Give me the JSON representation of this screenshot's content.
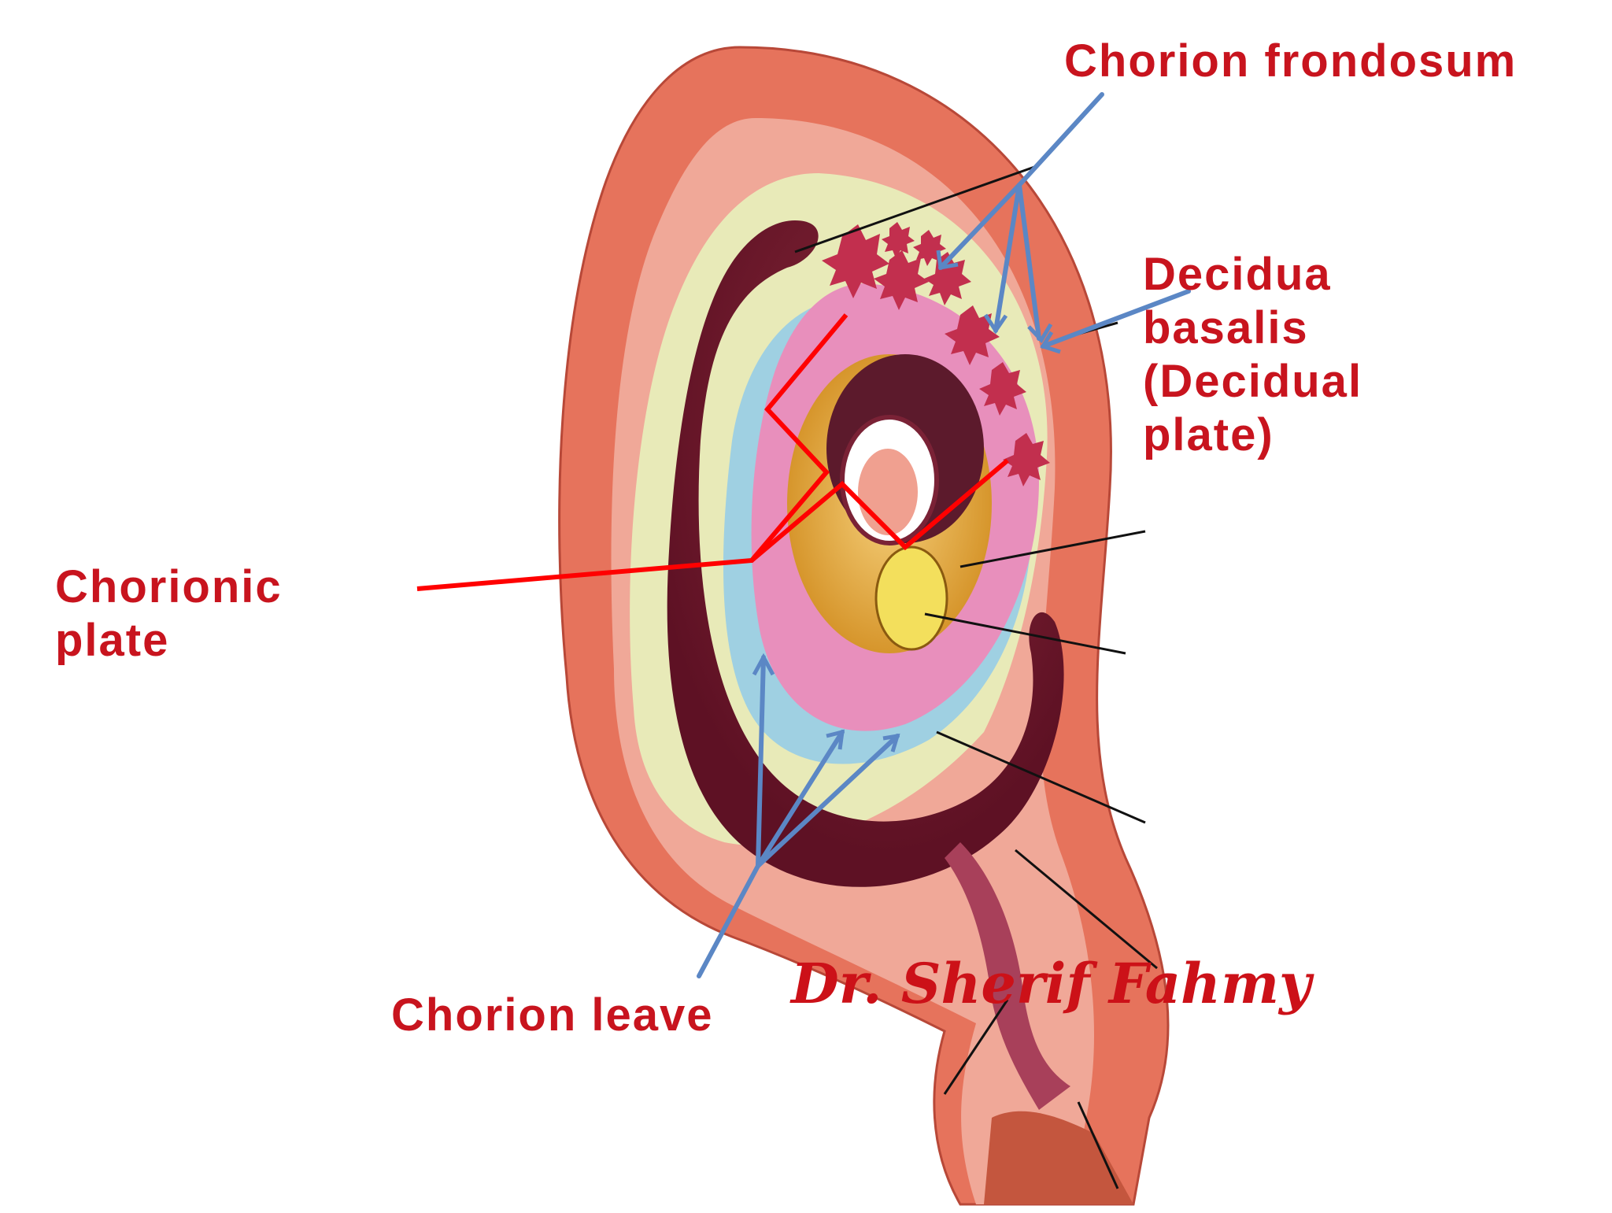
{
  "labels": {
    "chorion_frondosum": "Chorion frondosum",
    "decidua_basalis": [
      "Decidua",
      "basalis",
      "(Decidual",
      "plate)"
    ],
    "chorionic_plate": [
      "Chorionic",
      "plate"
    ],
    "chorion_leave": "Chorion leave"
  },
  "signature": "Dr. Sherif Fahmy",
  "colors": {
    "label_text": "#c8141e",
    "pointer_blue": "#5b87c5",
    "pointer_red": "#ff0000",
    "leader_black": "#111111",
    "uterine_wall": "#e3705a",
    "decidua_light": "#f2a895",
    "amniotic_cavity": "#f5d9a0",
    "chorion_pink": "#e58bb4",
    "villi_red": "#c4334f",
    "blue_membrane": "#9ccde0",
    "yolk_sac": "#f3df5c",
    "embryo": "#f0a090"
  }
}
